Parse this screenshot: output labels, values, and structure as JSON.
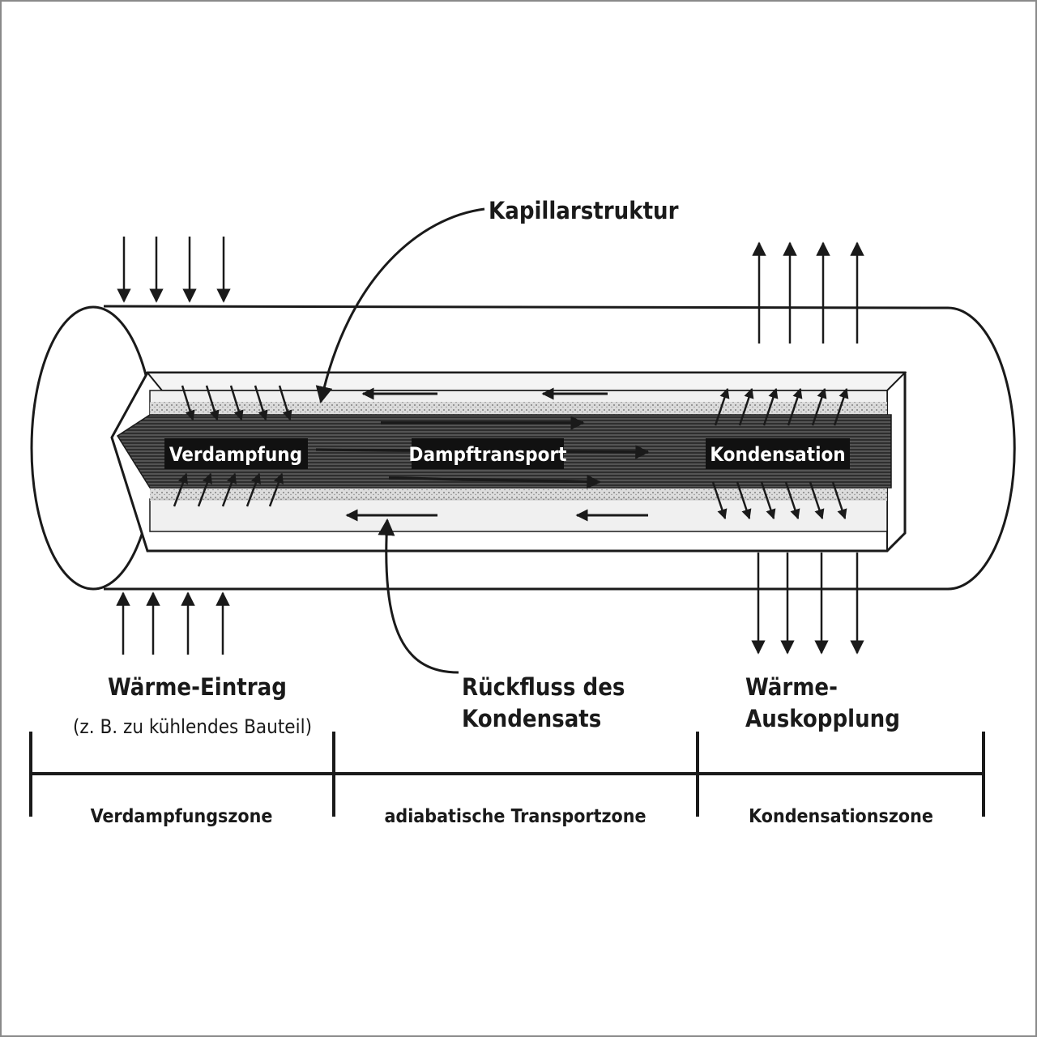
{
  "labels": {
    "wick": "Kapillarstruktur",
    "evaporation": "Verdampfung",
    "vapor_transport": "Dampftransport",
    "condensation": "Kondensation",
    "heat_input": "Wärme-Eintrag",
    "heat_input_note": "(z. B. zu kühlendes Bauteil)",
    "condensate_return_line1": "Rückfluss des",
    "condensate_return_line2": "Kondensats",
    "heat_output_line1": "Wärme-",
    "heat_output_line2": "Auskopplung"
  },
  "zones": {
    "evaporation_zone": "Verdampfungszone",
    "transport_zone": "adiabatische Transportzone",
    "condensation_zone": "Kondensationszone"
  },
  "colors": {
    "ink": "#1a1a1a",
    "core_fill": "#3a3a3a",
    "wick_fill": "#cfcfcf",
    "frame": "#8a8a8a"
  }
}
